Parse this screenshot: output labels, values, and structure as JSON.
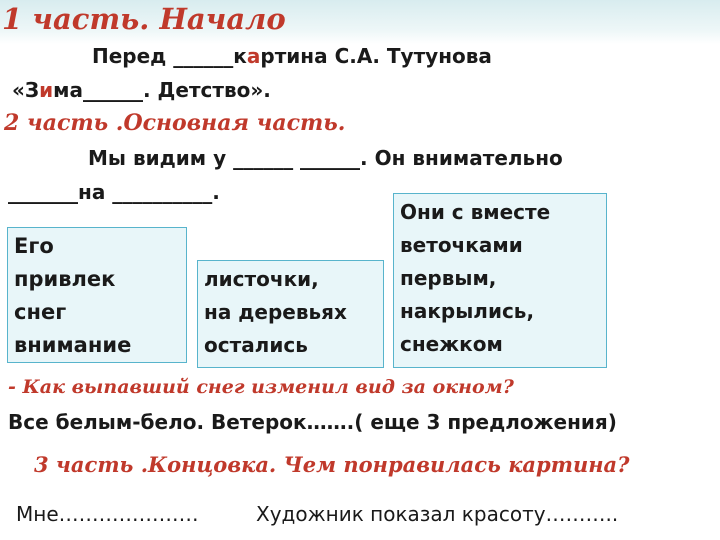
{
  "part1": {
    "heading": "1 часть. Начало",
    "line1_pre": "Перед ______к",
    "line1_red": "а",
    "line1_post": "ртина С.А. Тутунова",
    "line2_pre": "«З",
    "line2_red": "и",
    "line2_post": "ма______. Детство»."
  },
  "part2": {
    "heading": "2 часть .Основная часть.",
    "line1": "Мы видим  у ______   ______. Он внимательно",
    "line2": "_______на __________.",
    "boxes": [
      "Его\nпривлек\nснег\nвнимание",
      "листочки,\nна деревьях\nостались",
      "Они с вместе\nветочками\nпервым,\nнакрылись,\nснежком"
    ],
    "question": "- Как выпавший снег изменил вид за окном?",
    "answer": "Все белым-бело. Ветерок…….( еще 3 предложения)"
  },
  "part3": {
    "heading": "3 часть .Концовка. Чем понравилась картина?",
    "line_left": "Мне…………………",
    "line_right": "Художник показал красоту……….."
  }
}
